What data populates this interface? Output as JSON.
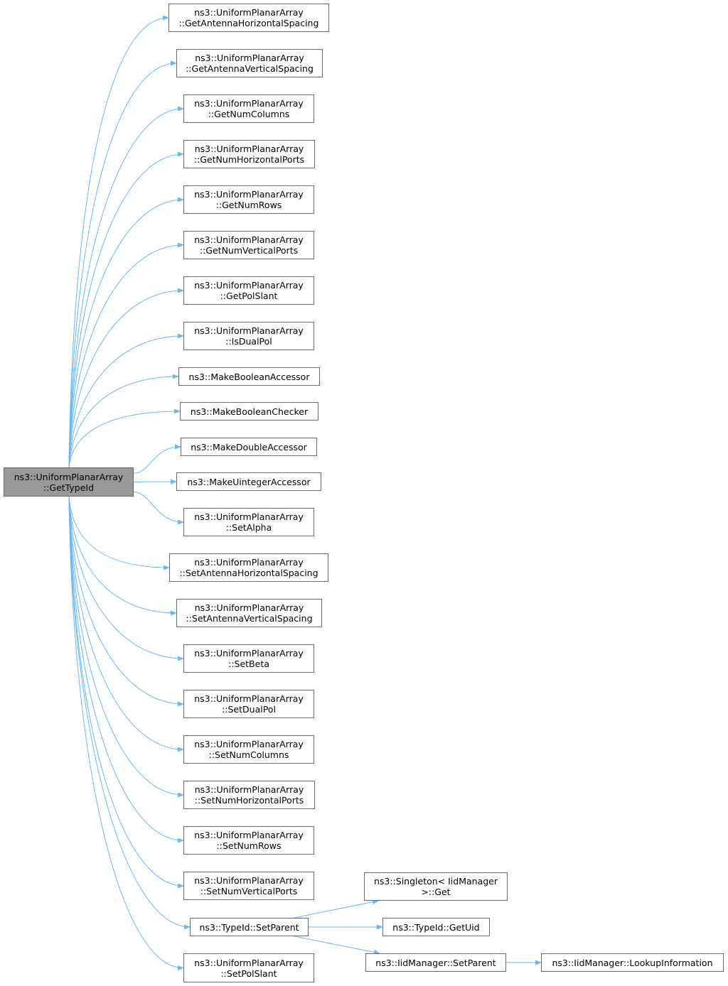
{
  "colors": {
    "edge": "#63b8ff",
    "node_border": "#666666",
    "root_fill": "#999999",
    "node_fill": "#ffffff"
  },
  "root": {
    "line1": "ns3::UniformPlanarArray",
    "line2": "::GetTypeId"
  },
  "callees": [
    {
      "id": "n1",
      "line1": "ns3::UniformPlanarArray",
      "line2": "::GetAntennaHorizontalSpacing"
    },
    {
      "id": "n2",
      "line1": "ns3::UniformPlanarArray",
      "line2": "::GetAntennaVerticalSpacing"
    },
    {
      "id": "n3",
      "line1": "ns3::UniformPlanarArray",
      "line2": "::GetNumColumns"
    },
    {
      "id": "n4",
      "line1": "ns3::UniformPlanarArray",
      "line2": "::GetNumHorizontalPorts"
    },
    {
      "id": "n5",
      "line1": "ns3::UniformPlanarArray",
      "line2": "::GetNumRows"
    },
    {
      "id": "n6",
      "line1": "ns3::UniformPlanarArray",
      "line2": "::GetNumVerticalPorts"
    },
    {
      "id": "n7",
      "line1": "ns3::UniformPlanarArray",
      "line2": "::GetPolSlant"
    },
    {
      "id": "n8",
      "line1": "ns3::UniformPlanarArray",
      "line2": "::IsDualPol"
    },
    {
      "id": "n9",
      "line1": "ns3::MakeBooleanAccessor",
      "line2": ""
    },
    {
      "id": "n10",
      "line1": "ns3::MakeBooleanChecker",
      "line2": ""
    },
    {
      "id": "n11",
      "line1": "ns3::MakeDoubleAccessor",
      "line2": ""
    },
    {
      "id": "n12",
      "line1": "ns3::MakeUintegerAccessor",
      "line2": ""
    },
    {
      "id": "n13",
      "line1": "ns3::UniformPlanarArray",
      "line2": "::SetAlpha"
    },
    {
      "id": "n14",
      "line1": "ns3::UniformPlanarArray",
      "line2": "::SetAntennaHorizontalSpacing"
    },
    {
      "id": "n15",
      "line1": "ns3::UniformPlanarArray",
      "line2": "::SetAntennaVerticalSpacing"
    },
    {
      "id": "n16",
      "line1": "ns3::UniformPlanarArray",
      "line2": "::SetBeta"
    },
    {
      "id": "n17",
      "line1": "ns3::UniformPlanarArray",
      "line2": "::SetDualPol"
    },
    {
      "id": "n18",
      "line1": "ns3::UniformPlanarArray",
      "line2": "::SetNumColumns"
    },
    {
      "id": "n19",
      "line1": "ns3::UniformPlanarArray",
      "line2": "::SetNumHorizontalPorts"
    },
    {
      "id": "n20",
      "line1": "ns3::UniformPlanarArray",
      "line2": "::SetNumRows"
    },
    {
      "id": "n21",
      "line1": "ns3::UniformPlanarArray",
      "line2": "::SetNumVerticalPorts"
    },
    {
      "id": "n22",
      "line1": "ns3::TypeId::SetParent",
      "line2": ""
    },
    {
      "id": "n23",
      "line1": "ns3::UniformPlanarArray",
      "line2": "::SetPolSlant"
    }
  ],
  "second_level": [
    {
      "id": "m1",
      "line1": "ns3::Singleton< IidManager",
      "line2": " >::Get"
    },
    {
      "id": "m2",
      "line1": "ns3::TypeId::GetUid",
      "line2": ""
    },
    {
      "id": "m3",
      "line1": "ns3::IidManager::SetParent",
      "line2": ""
    },
    {
      "id": "m4",
      "line1": "ns3::IidManager::LookupInformation",
      "line2": ""
    }
  ],
  "edges": [
    [
      "root",
      "n1"
    ],
    [
      "root",
      "n2"
    ],
    [
      "root",
      "n3"
    ],
    [
      "root",
      "n4"
    ],
    [
      "root",
      "n5"
    ],
    [
      "root",
      "n6"
    ],
    [
      "root",
      "n7"
    ],
    [
      "root",
      "n8"
    ],
    [
      "root",
      "n9"
    ],
    [
      "root",
      "n10"
    ],
    [
      "root",
      "n11"
    ],
    [
      "root",
      "n12"
    ],
    [
      "root",
      "n13"
    ],
    [
      "root",
      "n14"
    ],
    [
      "root",
      "n15"
    ],
    [
      "root",
      "n16"
    ],
    [
      "root",
      "n17"
    ],
    [
      "root",
      "n18"
    ],
    [
      "root",
      "n19"
    ],
    [
      "root",
      "n20"
    ],
    [
      "root",
      "n21"
    ],
    [
      "root",
      "n22"
    ],
    [
      "root",
      "n23"
    ],
    [
      "n22",
      "m1"
    ],
    [
      "n22",
      "m2"
    ],
    [
      "n22",
      "m3"
    ],
    [
      "m3",
      "m4"
    ]
  ]
}
